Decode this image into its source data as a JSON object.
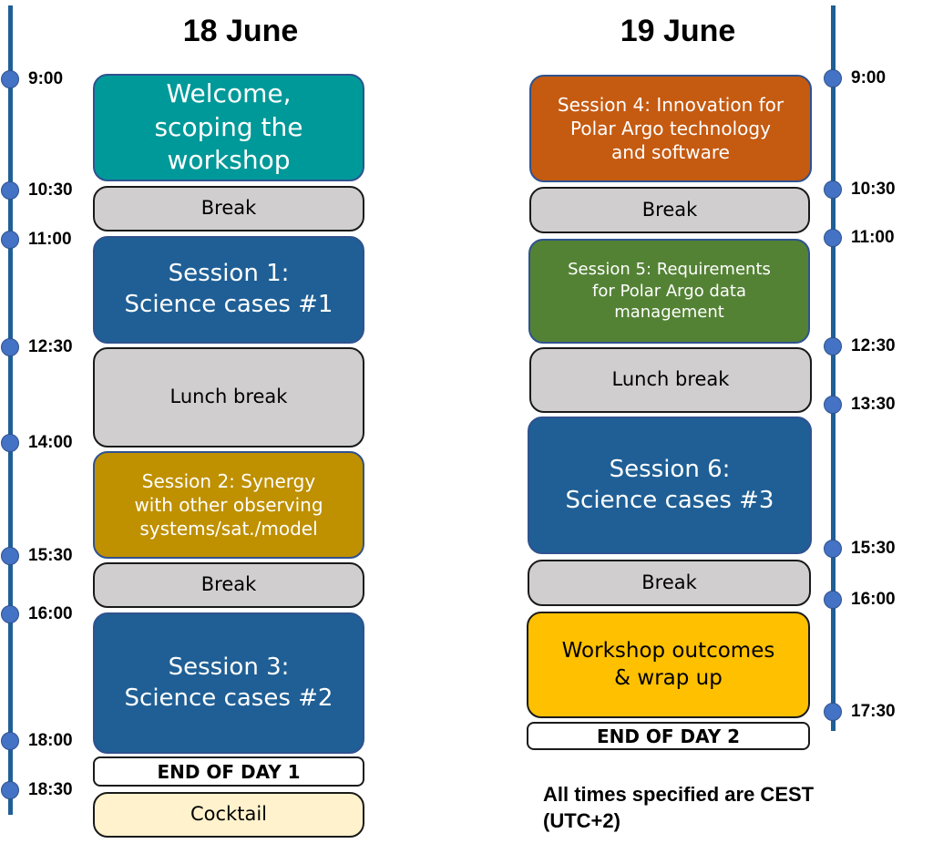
{
  "days": [
    {
      "title": "18 June",
      "times": [
        "9:00",
        "10:30",
        "11:00",
        "12:30",
        "14:00",
        "15:30",
        "16:00",
        "18:00",
        "18:30"
      ],
      "blocks": [
        {
          "label": "Welcome,\nscoping the\nworkshop",
          "kind": "session",
          "color": "#009999"
        },
        {
          "label": "Break",
          "kind": "break",
          "color": "#D0CECE"
        },
        {
          "label": "Session 1:\nScience cases #1",
          "kind": "session",
          "color": "#1F5F95"
        },
        {
          "label": "Lunch break",
          "kind": "break",
          "color": "#D0CECE"
        },
        {
          "label": "Session 2: Synergy\nwith other observing\nsystems/sat./model",
          "kind": "session",
          "color": "#BF9000"
        },
        {
          "label": "Break",
          "kind": "break",
          "color": "#D0CECE"
        },
        {
          "label": "Session 3:\nScience cases #2",
          "kind": "session",
          "color": "#1F5F95"
        },
        {
          "label": "END OF DAY 1",
          "kind": "end",
          "color": "#FFFFFF"
        },
        {
          "label": "Cocktail",
          "kind": "break",
          "color": "#FFF2CC"
        }
      ]
    },
    {
      "title": "19 June",
      "times": [
        "9:00",
        "10:30",
        "11:00",
        "12:30",
        "13:30",
        "15:30",
        "16:00",
        "17:30"
      ],
      "blocks": [
        {
          "label": "Session 4: Innovation for\nPolar Argo technology\nand software",
          "kind": "session",
          "color": "#C55A11"
        },
        {
          "label": "Break",
          "kind": "break",
          "color": "#D0CECE"
        },
        {
          "label": "Session 5: Requirements\nfor Polar Argo data\nmanagement",
          "kind": "session",
          "color": "#548235"
        },
        {
          "label": "Lunch break",
          "kind": "break",
          "color": "#D0CECE"
        },
        {
          "label": "Session 6:\nScience cases #3",
          "kind": "session",
          "color": "#1F5F95"
        },
        {
          "label": "Break",
          "kind": "break",
          "color": "#D0CECE"
        },
        {
          "label": "Workshop outcomes\n& wrap up",
          "kind": "session-dark-text",
          "color": "#FFC000"
        },
        {
          "label": "END OF DAY 2",
          "kind": "end",
          "color": "#FFFFFF"
        }
      ]
    }
  ],
  "note": "All times specified are CEST\n(UTC+2)",
  "colors": {
    "timeline": "#1F5F95",
    "dot": "#4472C4"
  }
}
